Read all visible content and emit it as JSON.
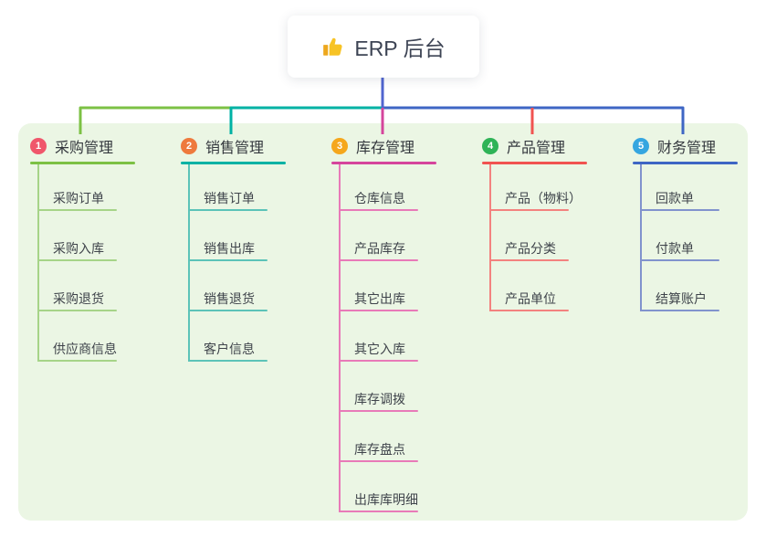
{
  "root": {
    "title": "ERP 后台",
    "icon": "thumbs-up"
  },
  "colors": {
    "panel_bg": "#ebf6e4",
    "root_line": "#5065cf",
    "root_text": "#3d4454",
    "thumb_main": "#f7c325",
    "thumb_cuff": "#eda71d"
  },
  "branches": [
    {
      "number": "1",
      "label": "采购管理",
      "badge_color": "#f0566b",
      "line_color": "#7cc144",
      "child_line_color": "#a6d488",
      "children": [
        "采购订单",
        "采购入库",
        "采购退货",
        "供应商信息"
      ]
    },
    {
      "number": "2",
      "label": "销售管理",
      "badge_color": "#ee7a3d",
      "line_color": "#00b2a4",
      "child_line_color": "#5cc3b8",
      "children": [
        "销售订单",
        "销售出库",
        "销售退货",
        "客户信息"
      ]
    },
    {
      "number": "3",
      "label": "库存管理",
      "badge_color": "#f5a71c",
      "line_color": "#d5459c",
      "child_line_color": "#e87ab8",
      "children": [
        "仓库信息",
        "产品库存",
        "其它出库",
        "其它入库",
        "库存调拨",
        "库存盘点",
        "出库库明细"
      ]
    },
    {
      "number": "4",
      "label": "产品管理",
      "badge_color": "#2fb357",
      "line_color": "#f15350",
      "child_line_color": "#f3827f",
      "children": [
        "产品（物料）",
        "产品分类",
        "产品单位"
      ]
    },
    {
      "number": "5",
      "label": "财务管理",
      "badge_color": "#35a6e0",
      "line_color": "#3e66c4",
      "child_line_color": "#8193cd",
      "children": [
        "回款单",
        "付款单",
        "结算账户"
      ]
    }
  ]
}
